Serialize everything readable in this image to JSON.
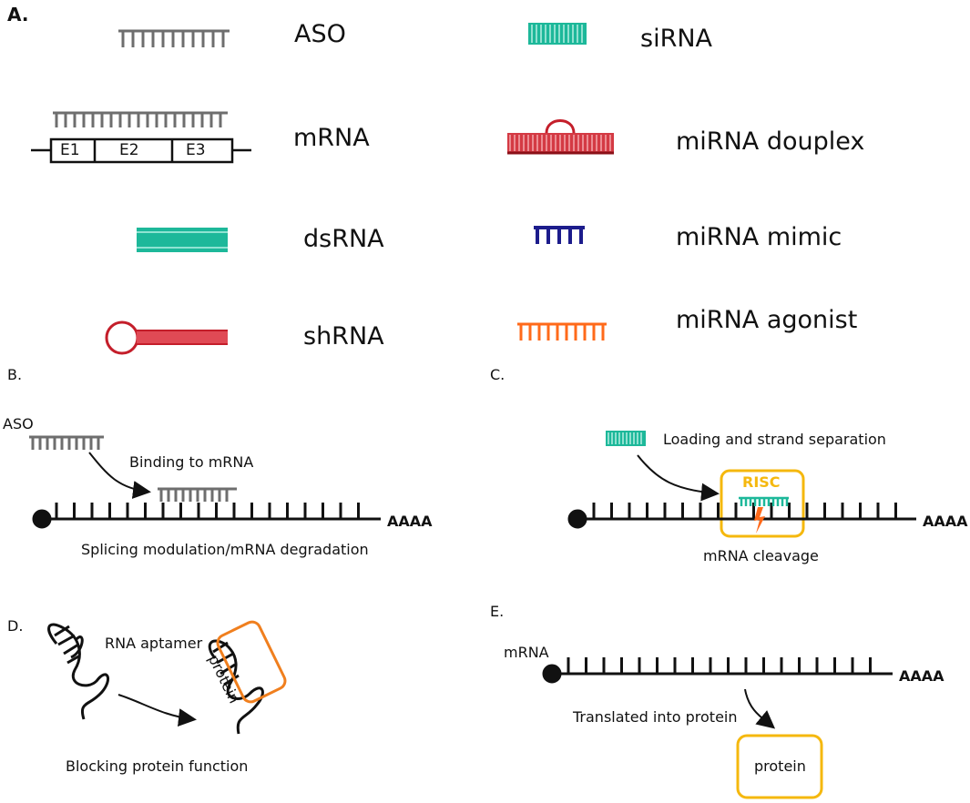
{
  "panels": {
    "a": "A.",
    "b": "B.",
    "c": "C.",
    "d": "D.",
    "e": "E."
  },
  "panel_a": {
    "aso": "ASO",
    "mrna": "mRNA",
    "exons": [
      "E1",
      "E2",
      "E3"
    ],
    "dsrna": "dsRNA",
    "shrna": "shRNA",
    "sirna": "siRNA",
    "mirna_duplex": "miRNA douplex",
    "mirna_mimic": "miRNA mimic",
    "mirna_agonist": "miRNA agonist"
  },
  "panel_b": {
    "aso": "ASO",
    "binding": "Binding to mRNA",
    "polya": "AAAA",
    "outcome": "Splicing modulation/mRNA degradation"
  },
  "panel_c": {
    "loading": "Loading and strand separation",
    "risc": "RISC",
    "polya": "AAAA",
    "outcome": "mRNA cleavage"
  },
  "panel_d": {
    "aptamer": "RNA aptamer",
    "protein": "protein",
    "outcome": "Blocking protein function"
  },
  "panel_e": {
    "mrna": "mRNA",
    "polya": "AAAA",
    "translated": "Translated into protein",
    "protein": "protein"
  },
  "colors": {
    "grey": "#6e6e6e",
    "teal": "#1db89a",
    "crimson": "#c41e2a",
    "navy": "#1c1c8c",
    "orange": "#ff6a1a",
    "yellow": "#f5b80e",
    "protein_orange": "#f07f1e"
  }
}
